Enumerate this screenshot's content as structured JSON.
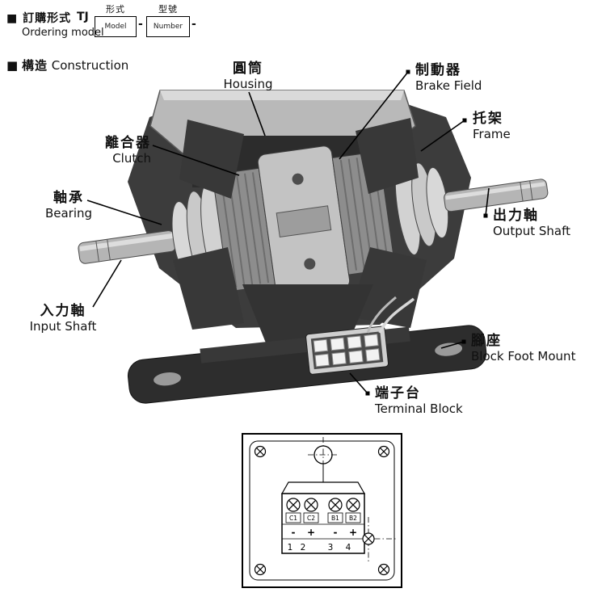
{
  "ordering": {
    "bullet": "■",
    "title_zh": "訂購形式",
    "title_en": "Ordering model",
    "code": "TJ",
    "separator": "-",
    "boxes": [
      {
        "label_zh": "形式",
        "label_en": "Model"
      },
      {
        "label_zh": "型號",
        "label_en": "Number"
      }
    ]
  },
  "construction": {
    "bullet": "■",
    "title_zh": "構造",
    "title_en": "Construction"
  },
  "callouts": [
    {
      "id": "housing",
      "zh": "圓筒",
      "en": "Housing"
    },
    {
      "id": "brake-field",
      "zh": "制動器",
      "en": "Brake Field"
    },
    {
      "id": "frame",
      "zh": "托架",
      "en": "Frame"
    },
    {
      "id": "clutch",
      "zh": "離合器",
      "en": "Clutch"
    },
    {
      "id": "bearing",
      "zh": "軸承",
      "en": "Bearing"
    },
    {
      "id": "output-shaft",
      "zh": "出力軸",
      "en": "Output Shaft"
    },
    {
      "id": "input-shaft",
      "zh": "入力軸",
      "en": "Input Shaft"
    },
    {
      "id": "foot-mount",
      "zh": "腳座",
      "en": "Block Foot Mount"
    },
    {
      "id": "terminal-block",
      "zh": "端子台",
      "en": "Terminal Block"
    }
  ],
  "terminal_diagram": {
    "terminal_labels": [
      "C1",
      "C2",
      "B1",
      "B2"
    ],
    "polarity": [
      "-",
      "+",
      "-",
      "+"
    ],
    "numbers": [
      "1",
      "2",
      "3",
      "4"
    ]
  },
  "colors": {
    "text": "#111111",
    "line": "#000000",
    "metal_light": "#d6d6d6",
    "metal_mid": "#a9a9a9",
    "metal_dark": "#3c3c3c",
    "base_dark": "#2d2d2d"
  }
}
